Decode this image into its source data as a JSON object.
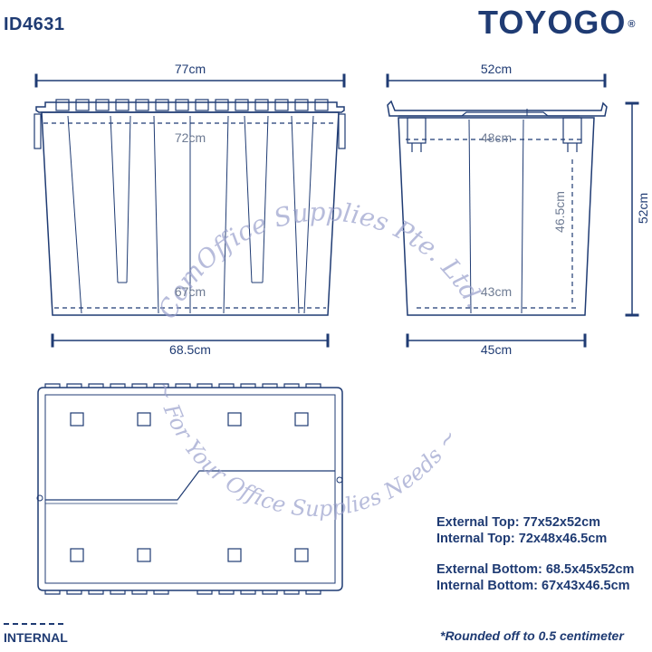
{
  "header": {
    "product_id": "ID4631",
    "brand": "TOYOGO",
    "brand_mark": "®"
  },
  "front_view": {
    "top_width": "77cm",
    "internal_top_width": "72cm",
    "internal_bottom_width": "67cm",
    "bottom_width": "68.5cm"
  },
  "side_view": {
    "top_width": "52cm",
    "internal_top_width": "48cm",
    "internal_height": "46.5cm",
    "internal_bottom_width": "43cm",
    "bottom_width": "45cm",
    "height": "52cm"
  },
  "specs": {
    "external_top": "External Top: 77x52x52cm",
    "internal_top": "Internal Top: 72x48x46.5cm",
    "external_bottom": "External Bottom: 68.5x45x52cm",
    "internal_bottom": "Internal Bottom: 67x43x46.5cm"
  },
  "legend": {
    "internal": "INTERNAL"
  },
  "footnote": "*Rounded off to 0.5 centimeter",
  "watermark": {
    "line1": "ComOffice Supplies Pte. Ltd.",
    "line2": "~ For Your Office Supplies Needs ~"
  },
  "colors": {
    "ink": "#1f3b73",
    "inner": "#6e7b93",
    "watermark": "#9aa0cc"
  }
}
